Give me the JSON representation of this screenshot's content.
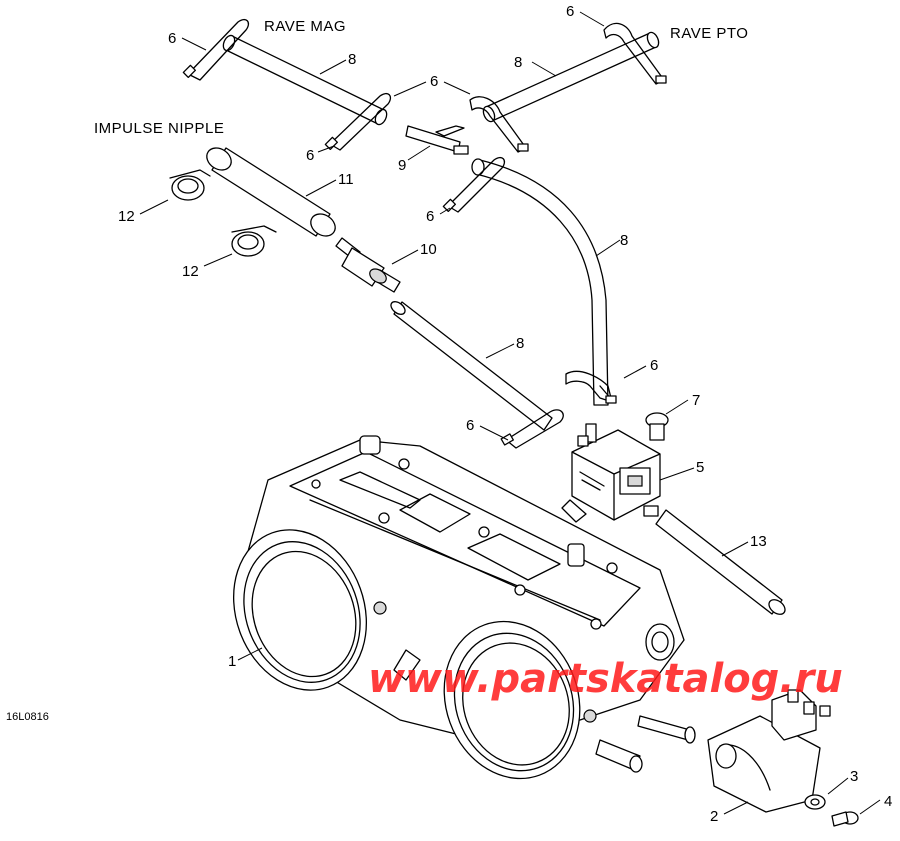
{
  "titles": {
    "rave_mag": "RAVE MAG",
    "rave_pto": "RAVE PTO",
    "impulse_nipple": "IMPULSE NIPPLE"
  },
  "figure_code": "16L0816",
  "watermark": "www.partskatalog.ru",
  "callouts": [
    {
      "id": "c6a",
      "text": "6"
    },
    {
      "id": "c8a",
      "text": "8"
    },
    {
      "id": "c6b",
      "text": "6"
    },
    {
      "id": "c8b",
      "text": "8"
    },
    {
      "id": "c6c",
      "text": "6"
    },
    {
      "id": "c6d",
      "text": "6"
    },
    {
      "id": "c9",
      "text": "9"
    },
    {
      "id": "c11",
      "text": "11"
    },
    {
      "id": "c12a",
      "text": "12"
    },
    {
      "id": "c6e",
      "text": "6"
    },
    {
      "id": "c8c",
      "text": "8"
    },
    {
      "id": "c10",
      "text": "10"
    },
    {
      "id": "c12b",
      "text": "12"
    },
    {
      "id": "c8d",
      "text": "8"
    },
    {
      "id": "c6f",
      "text": "6"
    },
    {
      "id": "c7",
      "text": "7"
    },
    {
      "id": "c6g",
      "text": "6"
    },
    {
      "id": "c5",
      "text": "5"
    },
    {
      "id": "c13",
      "text": "13"
    },
    {
      "id": "c1",
      "text": "1"
    },
    {
      "id": "c3",
      "text": "3"
    },
    {
      "id": "c4",
      "text": "4"
    },
    {
      "id": "c2",
      "text": "2"
    }
  ]
}
